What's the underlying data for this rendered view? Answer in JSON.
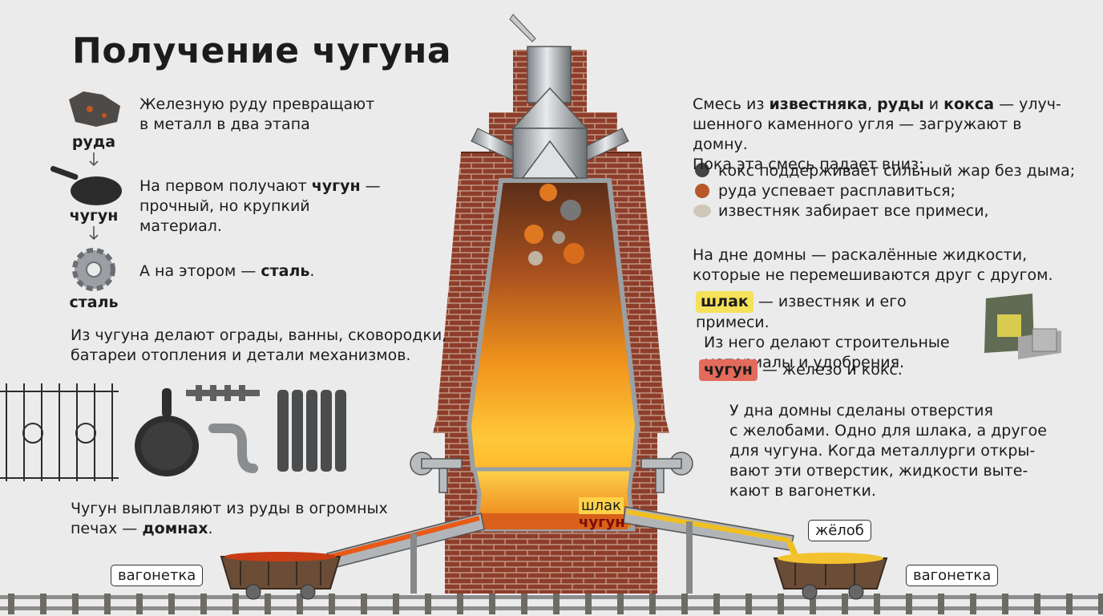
{
  "title": "Получение чугуна",
  "steps": [
    {
      "icon": "ore-icon",
      "label": "руда",
      "text_pre": "Железную руду превращают в металл в два этапа",
      "text_bold": "",
      "text_post": ""
    },
    {
      "icon": "frying-pan-icon",
      "label": "чугун",
      "text_pre": "На первом получают ",
      "text_bold": "чугун",
      "text_post": " — прочный, но крупкий материал."
    },
    {
      "icon": "gear-icon",
      "label": "сталь",
      "text_pre": "А на этором — ",
      "text_bold": "сталь",
      "text_post": "."
    }
  ],
  "uses_text": "Из чугуна делают ограды, ванны, сковородки, батареи отопления и детали механизмов.",
  "smelt_text_pre": "Чугун выплавляют из руды в огромных печах — ",
  "smelt_text_bold": "домнах",
  "smelt_text_post": ".",
  "mix": {
    "line1_pre": "Смесь из ",
    "b1": "известняка",
    "sep1": ", ",
    "b2": "руды",
    "sep2": " и ",
    "b3": "кокса",
    "line1_post": " — улуч-",
    "line2": "шенного каменного угля — загружают в домну.",
    "line3": "Пока эта смесь падает вниз:",
    "bullets": [
      {
        "icon": "coke-icon",
        "text": "кокс поддерживает сильный жар без дыма;"
      },
      {
        "icon": "ore-chunk-icon",
        "text": "руда успевает расплавиться;"
      },
      {
        "icon": "limestone-icon",
        "text": "известняк забирает все примеси,"
      }
    ]
  },
  "bottom": {
    "line1": "На дне домны — раскалённые жидкости,",
    "line2": "которые не перемешиваются друг с другом.",
    "slag_tag": "шлак",
    "slag_line1": " — известняк и его примеси.",
    "slag_line2": "Из него делают строительные",
    "slag_line3": "материалы и удобрения.",
    "iron_tag": "чугун",
    "iron_line": " — железо и кокс."
  },
  "outlets": {
    "lines": [
      "У дна  домны сделаны отверстия",
      "с желобами. Одно для шлака, а другое",
      "для чугуна. Когда металлурги откры-",
      "вают эти отверстик, жидкости выте-",
      "кают в вагонетки."
    ]
  },
  "furnace_labels": {
    "slag": "шлак",
    "iron": "чугун"
  },
  "callouts": {
    "trough": "жёлоб",
    "wagon_left": "вагонетка",
    "wagon_right": "вагонетка"
  },
  "colors": {
    "brick": "#8a3a2a",
    "slag_tag": "#f5e15a",
    "iron_tag": "#e36b5c",
    "molten": "#ff9a1a"
  }
}
